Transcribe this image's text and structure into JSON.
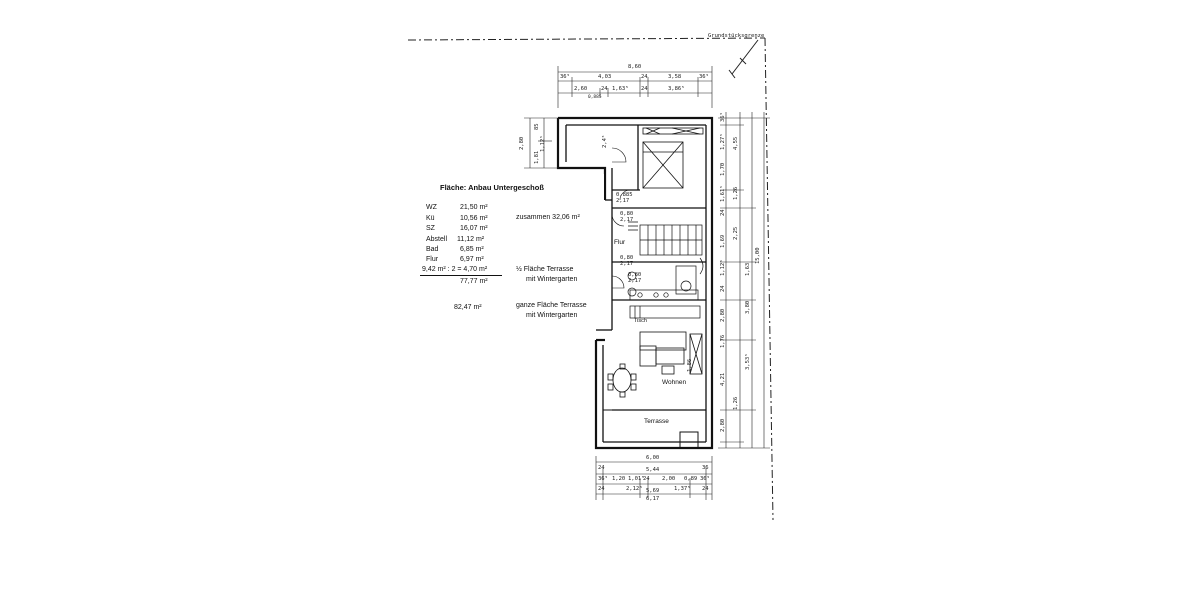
{
  "area_table": {
    "title": "Fläche: Anbau Untergeschoß",
    "rows": [
      {
        "room": "WZ",
        "value": "21,50 m²"
      },
      {
        "room": "Kü",
        "value": "10,56 m²"
      },
      {
        "room": "SZ",
        "value": "16,07 m²"
      },
      {
        "room": "Abstell",
        "value": "11,12 m²"
      },
      {
        "room": "Bad",
        "value": "6,85 m²"
      },
      {
        "room": "Flur",
        "value": "6,97 m²"
      }
    ],
    "sum_note": "zusammen 32,06 m²",
    "terrace_calc": "9,42 m² : 2 = 4,70 m²",
    "half_terrace_note_1": "½ Fläche Terrasse",
    "half_terrace_note_2": "mit Wintergarten",
    "total_half": "77,77 m²",
    "total_full": "82,47 m²",
    "full_terrace_note_1": "ganze Fläche Terrasse",
    "full_terrace_note_2": "mit Wintergarten"
  },
  "rooms": {
    "flur": "Flur",
    "wohnen": "Wohnen",
    "terrasse": "Terrasse",
    "tisch": "Tisch"
  },
  "dimensions": {
    "top_total": "8,60",
    "top_row": [
      "36⁵",
      "4,03",
      "24",
      "3,58",
      "36⁵"
    ],
    "top_row2": [
      "2,60",
      "24",
      "1,63⁵",
      "24",
      "3,86⁵"
    ],
    "top_sub": "0,885",
    "left_upper": [
      "2,80",
      "1,81",
      "1,12⁵",
      "85"
    ],
    "right_total": "15,00",
    "right_a": [
      "36⁵",
      "1,27⁵",
      "1,70",
      "1,61⁵",
      "24",
      "1,69",
      "1,12⁵",
      "24",
      "2,80",
      "1,76",
      "4,21",
      "2,80"
    ],
    "right_b": [
      "4,55",
      "1,26",
      "2,25",
      "1,63",
      "3,80",
      "3,53⁵",
      "1,26"
    ],
    "bottom_total": "6,00",
    "bottom_row": [
      "24",
      "5,44",
      "36"
    ],
    "bottom_row2": [
      "36⁵",
      "1,20",
      "1,01⁵",
      "24",
      "2,00",
      "0,89",
      "36⁵"
    ],
    "bottom_row3": [
      "24",
      "2,12⁵",
      "5,69",
      "1,37⁵",
      "24"
    ],
    "bottom_sub": "6,17",
    "stair_marks": [
      "0,885",
      "2,17",
      "0,80",
      "2,17",
      "0,80",
      "2,17",
      "0,80",
      "2,17"
    ],
    "room_heights": [
      "2,4⁵",
      "1,86"
    ],
    "north_label": "Grundstücksgrenze"
  }
}
